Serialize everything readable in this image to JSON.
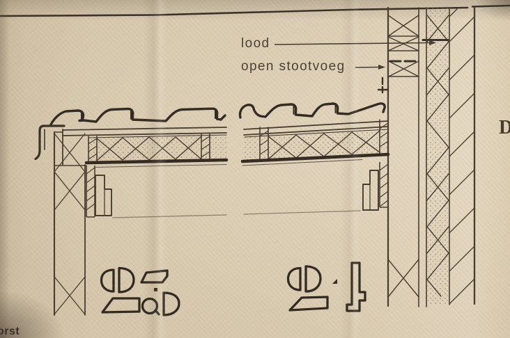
{
  "annotations": {
    "lood": "lood",
    "open_stootvoeg": "open stootvoeg"
  },
  "partials": {
    "bottom_left_text": "orst",
    "right_edge_letter": "D"
  },
  "palette": {
    "paper": "#d7c8ad",
    "ink": "#473d31",
    "ink-heavy": "#382f26",
    "stipple": "#8d7c64"
  }
}
